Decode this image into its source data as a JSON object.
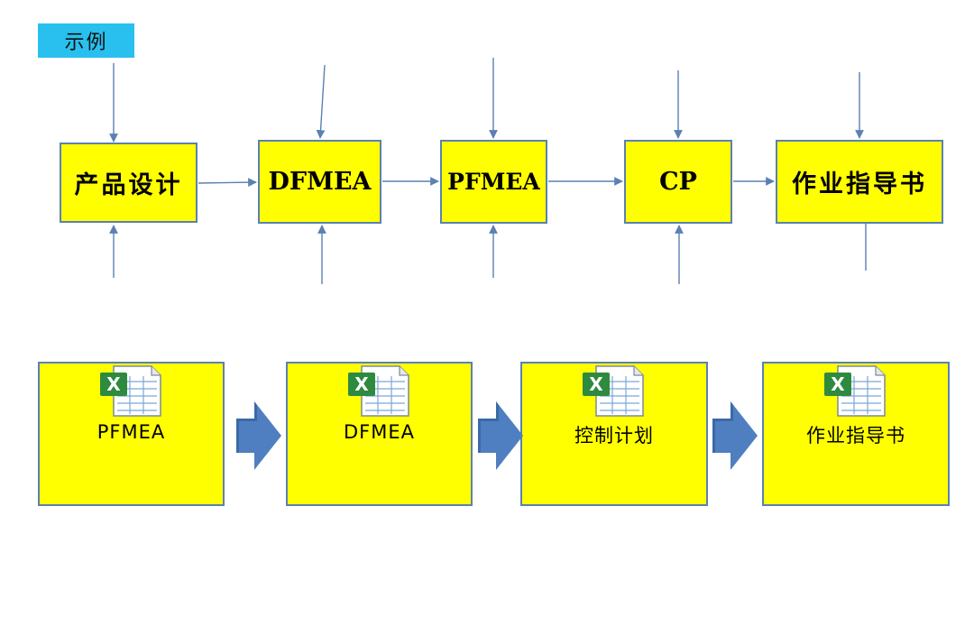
{
  "tag": {
    "label": "示例"
  },
  "top_flow": {
    "boxes": [
      "产品设计",
      "DFMEA",
      "PFMEA",
      "CP",
      "作业指导书"
    ]
  },
  "bottom_flow": {
    "cards": [
      {
        "label": "PFMEA",
        "icon": "excel-icon"
      },
      {
        "label": "DFMEA",
        "icon": "excel-icon"
      },
      {
        "label": "控制计划",
        "icon": "excel-icon"
      },
      {
        "label": "作业指导书",
        "icon": "excel-icon"
      }
    ]
  },
  "colors": {
    "box_fill": "#ffff00",
    "border": "#5b80b2",
    "tag_fill": "#29c0ef",
    "chevron": "#4f7fc0"
  }
}
